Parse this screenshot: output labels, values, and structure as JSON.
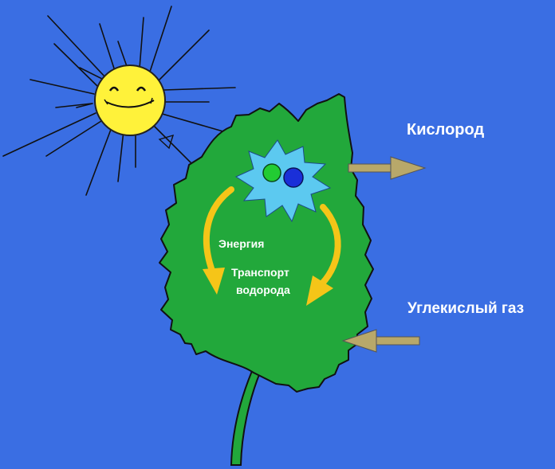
{
  "labels": {
    "oxygen": "Кислород",
    "co2": "Углекислый газ",
    "energy": "Энергия",
    "transport": "Транспорт",
    "hydrogen": "водорода"
  },
  "icons": {
    "sun": "smiling-sun-icon",
    "leaf": "leaf-icon",
    "chloroplast": "blue-star-burst-icon"
  },
  "colors": {
    "background": "#3a6ee3",
    "leaf": "#22a83b",
    "sun": "#fff23a",
    "burst": "#5cc9f0",
    "cycle_arrows": "#f5c518",
    "gas_arrows": "#b8a86a",
    "green_particle": "#22cc33",
    "blue_particle": "#1a2fd8"
  }
}
